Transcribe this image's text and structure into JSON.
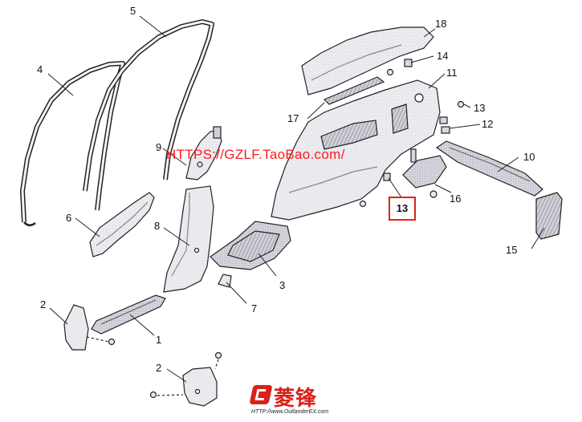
{
  "diagram": {
    "callouts": [
      {
        "id": "c1",
        "label": "1"
      },
      {
        "id": "c2a",
        "label": "2"
      },
      {
        "id": "c2b",
        "label": "2"
      },
      {
        "id": "c3",
        "label": "3"
      },
      {
        "id": "c4",
        "label": "4"
      },
      {
        "id": "c5",
        "label": "5"
      },
      {
        "id": "c6",
        "label": "6"
      },
      {
        "id": "c7",
        "label": "7"
      },
      {
        "id": "c8",
        "label": "8"
      },
      {
        "id": "c9",
        "label": "9"
      },
      {
        "id": "c10",
        "label": "10"
      },
      {
        "id": "c11",
        "label": "11"
      },
      {
        "id": "c12",
        "label": "12"
      },
      {
        "id": "c13",
        "label": "13"
      },
      {
        "id": "c14",
        "label": "14"
      },
      {
        "id": "c15",
        "label": "15"
      },
      {
        "id": "c16",
        "label": "16"
      },
      {
        "id": "c17",
        "label": "17"
      },
      {
        "id": "c18",
        "label": "18"
      }
    ],
    "highlight_label": "13",
    "highlight_color": "#e0241b"
  },
  "watermark": {
    "text": "HTTPS://GZLF.TaoBao.com/",
    "color": "#ff1a1a"
  },
  "logo": {
    "text": "菱锋",
    "url": "HTTP://www.OutlanderEX.com",
    "color": "#d9221a"
  }
}
